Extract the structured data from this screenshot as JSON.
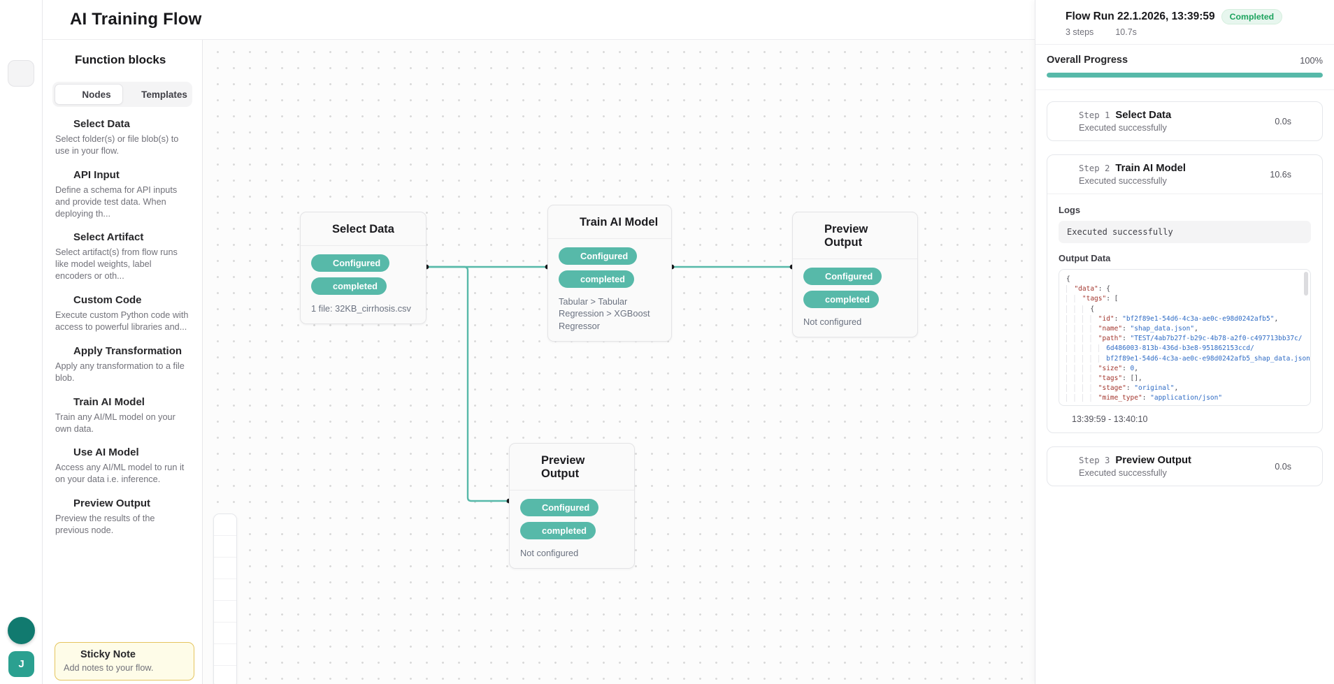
{
  "app": {
    "title": "AI Training Flow"
  },
  "user": {
    "initial": "J"
  },
  "accent_color": "#57b9a9",
  "rail": {
    "items": [
      {
        "id": "select-tool",
        "icon": "select-tool",
        "active": true
      },
      {
        "id": "files",
        "icon": "folder",
        "active": false
      },
      {
        "id": "metrics",
        "icon": "chart-line",
        "active": false
      },
      {
        "id": "runs",
        "icon": "zap",
        "active": false
      },
      {
        "id": "sync",
        "icon": "refresh",
        "active": false
      },
      {
        "id": "flows",
        "icon": "webhook",
        "active": false
      },
      {
        "id": "share",
        "icon": "share",
        "active": false
      }
    ]
  },
  "panel": {
    "title": "Function blocks",
    "tabs": [
      {
        "label": "Nodes",
        "icon": "cluster",
        "active": true
      },
      {
        "label": "Templates",
        "icon": "grid",
        "active": false
      }
    ],
    "blocks": [
      {
        "name": "Select Data",
        "desc": "Select folder(s) or file blob(s) to use in your flow.",
        "icon": "folder-open",
        "color": "#723c47"
      },
      {
        "name": "API Input",
        "desc": "Define a schema for API inputs and provide test data. When deploying th...",
        "icon": "folder-open",
        "color": "#a0a1f0"
      },
      {
        "name": "Select Artifact",
        "desc": "Select artifact(s) from flow runs like model weights, label encoders or oth...",
        "icon": "archive",
        "color": "#368f82"
      },
      {
        "name": "Custom Code",
        "desc": "Execute custom Python code with access to powerful libraries and...",
        "icon": "code",
        "color": "#2b3f8f"
      },
      {
        "name": "Apply Transformation",
        "desc": "Apply any transformation to a file blob.",
        "icon": "gear",
        "color": "#4a4a52"
      },
      {
        "name": "Train AI Model",
        "desc": "Train any AI/ML model on your own data.",
        "icon": "brain",
        "color": "#b9bbd4"
      },
      {
        "name": "Use AI Model",
        "desc": "Access any AI/ML model to run it on your data i.e. inference.",
        "icon": "play-circle",
        "color": "#e59fa9"
      },
      {
        "name": "Preview Output",
        "desc": "Preview the results of the previous node.",
        "icon": "eye",
        "color": "#7668e8"
      }
    ],
    "sticky": {
      "name": "Sticky Note",
      "desc": "Add notes to your flow.",
      "icon": "note"
    }
  },
  "canvas": {
    "nodes": [
      {
        "title": "Select Data",
        "icon": "folder-open",
        "color": "#723c47",
        "badges": [
          "Configured",
          "completed"
        ],
        "detail": "1 file: 32KB_cirrhosis.csv"
      },
      {
        "title": "Train AI Model",
        "icon": "brain",
        "color": "#b9bbd4",
        "badges": [
          "Configured",
          "completed"
        ],
        "detail": "Tabular > Tabular Regression > XGBoost Regressor"
      },
      {
        "title": "Preview Output",
        "icon": "eye",
        "color": "#7668e8",
        "badges": [
          "Configured",
          "completed"
        ],
        "detail": "Not configured"
      },
      {
        "title": "Preview Output",
        "icon": "eye",
        "color": "#7668e8",
        "badges": [
          "Configured",
          "completed"
        ],
        "detail": "Not configured"
      }
    ],
    "toolbar": [
      {
        "id": "undo",
        "icon": "undo",
        "state": "normal"
      },
      {
        "id": "redo",
        "icon": "redo",
        "state": "disabled"
      },
      {
        "id": "run",
        "icon": "play",
        "state": "normal"
      },
      {
        "id": "zoom-in",
        "icon": "plus",
        "state": "normal"
      },
      {
        "id": "zoom-out",
        "icon": "minus",
        "state": "normal"
      },
      {
        "id": "fit-view",
        "icon": "maximize",
        "state": "normal"
      },
      {
        "id": "auto-layout",
        "icon": "network",
        "state": "normal"
      },
      {
        "id": "link",
        "icon": "link",
        "state": "accent"
      }
    ]
  },
  "run_panel": {
    "title": "Flow Run 22.1.2026, 13:39:59",
    "status": "Completed",
    "steps_count": "3 steps",
    "duration": "10.7s",
    "progress_label": "Overall Progress",
    "progress_value": "100%",
    "progress_percent": 100,
    "steps": [
      {
        "label": "Step 1",
        "name": "Select Data",
        "status": "Executed successfully",
        "time": "0.0s",
        "expanded": false
      },
      {
        "label": "Step 2",
        "name": "Train AI Model",
        "status": "Executed successfully",
        "time": "10.6s",
        "expanded": true,
        "logs_label": "Logs",
        "logs": "Executed successfully",
        "output_label": "Output Data",
        "timespan": "13:39:59 - 13:40:10"
      },
      {
        "label": "Step 3",
        "name": "Preview Output",
        "status": "Executed successfully",
        "time": "0.0s",
        "expanded": false
      }
    ],
    "output_json": {
      "lines": [
        [
          [
            "p",
            "{"
          ]
        ],
        [
          [
            "i",
            "  "
          ],
          [
            "k",
            "\"data\""
          ],
          [
            "p",
            ": {"
          ]
        ],
        [
          [
            "i",
            "    "
          ],
          [
            "k",
            "\"tags\""
          ],
          [
            "p",
            ": ["
          ]
        ],
        [
          [
            "i",
            "      "
          ],
          [
            "p",
            "{"
          ]
        ],
        [
          [
            "i",
            "        "
          ],
          [
            "k",
            "\"id\""
          ],
          [
            "p",
            ": "
          ],
          [
            "s",
            "\"bf2f89e1-54d6-4c3a-ae0c-e98d0242afb5\""
          ],
          [
            "p",
            ","
          ]
        ],
        [
          [
            "i",
            "        "
          ],
          [
            "k",
            "\"name\""
          ],
          [
            "p",
            ": "
          ],
          [
            "s",
            "\"shap_data.json\""
          ],
          [
            "p",
            ","
          ]
        ],
        [
          [
            "i",
            "        "
          ],
          [
            "k",
            "\"path\""
          ],
          [
            "p",
            ": "
          ],
          [
            "s",
            "\"TEST/4ab7b27f-b29c-4b78-a2f0-c497713bb37c/"
          ]
        ],
        [
          [
            "i",
            "          "
          ],
          [
            "s",
            "6d486003-813b-436d-b3e8-951862153ccd/"
          ]
        ],
        [
          [
            "i",
            "          "
          ],
          [
            "s",
            "bf2f89e1-54d6-4c3a-ae0c-e98d0242afb5_shap_data.json\""
          ],
          [
            "p",
            ","
          ]
        ],
        [
          [
            "i",
            "        "
          ],
          [
            "k",
            "\"size\""
          ],
          [
            "p",
            ": "
          ],
          [
            "n",
            "0"
          ],
          [
            "p",
            ","
          ]
        ],
        [
          [
            "i",
            "        "
          ],
          [
            "k",
            "\"tags\""
          ],
          [
            "p",
            ": [],"
          ]
        ],
        [
          [
            "i",
            "        "
          ],
          [
            "k",
            "\"stage\""
          ],
          [
            "p",
            ": "
          ],
          [
            "s",
            "\"original\""
          ],
          [
            "p",
            ","
          ]
        ],
        [
          [
            "i",
            "        "
          ],
          [
            "k",
            "\"mime_type\""
          ],
          [
            "p",
            ": "
          ],
          [
            "s",
            "\"application/json\""
          ]
        ]
      ]
    }
  }
}
